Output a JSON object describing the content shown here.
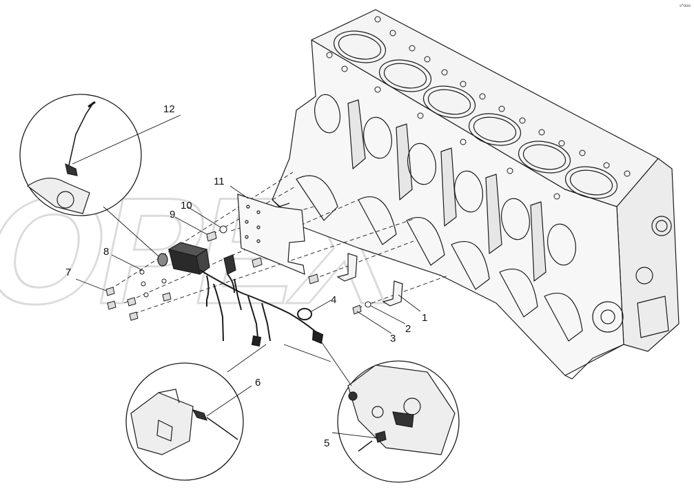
{
  "watermark": {
    "text": "OPEX"
  },
  "corner_code": "s^ooo",
  "callouts": {
    "c1": "1",
    "c2": "2",
    "c3": "3",
    "c4": "4",
    "c5": "5",
    "c6": "6",
    "c7": "7",
    "c8": "8",
    "c9": "9",
    "c10": "10",
    "c11": "11",
    "c12": "12"
  },
  "colors": {
    "line": "#1a1a1a",
    "watermark": "#d8d8d8",
    "background": "#ffffff"
  }
}
